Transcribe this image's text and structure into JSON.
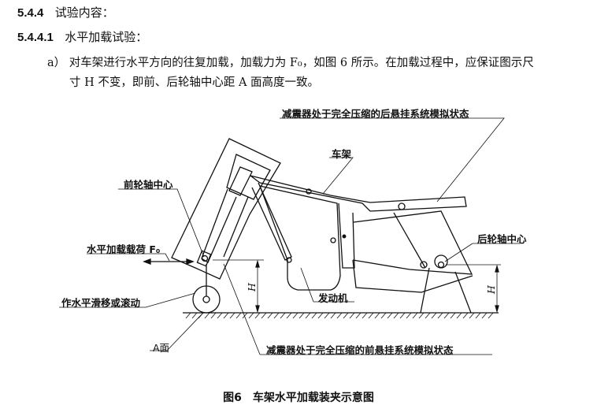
{
  "section": {
    "number": "5.4.4",
    "title": "试验内容："
  },
  "subsection": {
    "number": "5.4.4.1",
    "title": "水平加载试验："
  },
  "item_a": {
    "marker": "a）",
    "line1": "对车架进行水平方向的往复加载，加载力为 F₀，如图 6 所示。在加载过程中，应保证图示尺",
    "line2": "寸 H 不变，即前、后轮轴中心距 A 面高度一致。"
  },
  "figure": {
    "labels": {
      "rear_suspension": "减震器处于完全压缩的后悬挂系统模拟状态",
      "frame": "车架",
      "front_axle": "前轮轴中心",
      "horizontal_load": "水平加载载荷 F₀",
      "rear_axle": "后轮轴中心",
      "slide_roll": "作水平滑移或滚动",
      "engine": "发动机",
      "surface_a": "A面",
      "front_suspension": "减震器处于完全压缩的前悬挂系统模拟状态",
      "dim_h_front": "H",
      "dim_h_rear": "H"
    },
    "caption": "图6　车架水平加载装夹示意图"
  }
}
